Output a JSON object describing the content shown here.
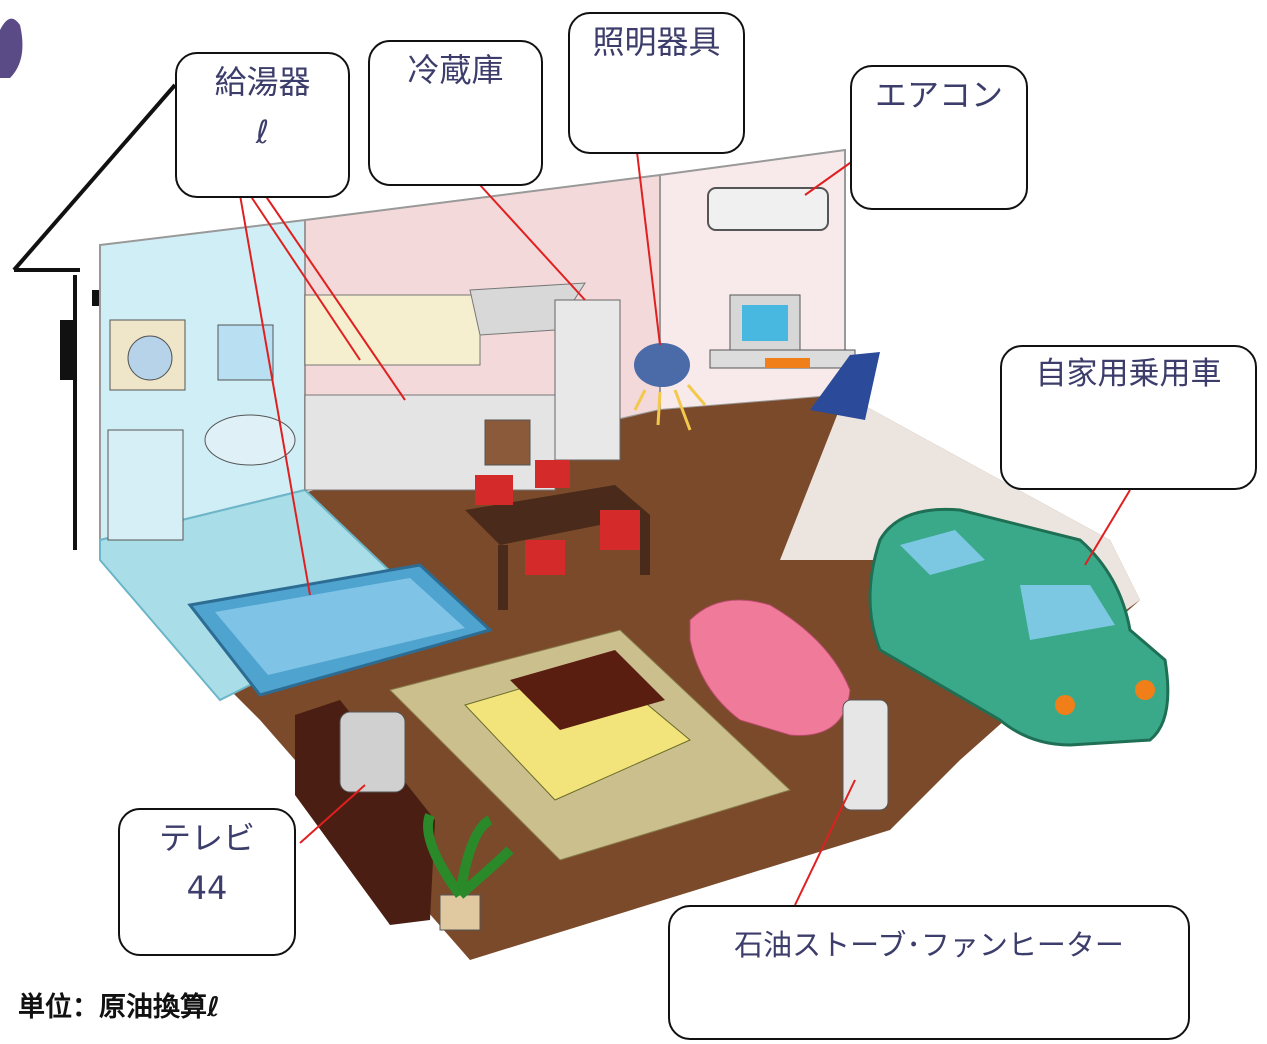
{
  "callouts": {
    "water_heater": {
      "label": "給湯器",
      "value": "ℓ"
    },
    "refrigerator": {
      "label": "冷蔵庫",
      "value": ""
    },
    "lighting": {
      "label": "照明器具",
      "value": ""
    },
    "air_conditioner": {
      "label": "エアコン",
      "value": ""
    },
    "car": {
      "label": "自家用乗用車",
      "value": ""
    },
    "tv": {
      "label": "テレビ",
      "value": "44"
    },
    "heater": {
      "label": "石油ストーブ･ファンヒーター",
      "value": ""
    }
  },
  "unit_note": "単位：原油換算ℓ",
  "colors": {
    "floor": "#7a4a2a",
    "bathroom_tile": "#a9dde8",
    "car": "#3aa98a",
    "sofa": "#f07a9a",
    "callout_text": "#3d3d6b",
    "pointer_line": "#e02020"
  }
}
